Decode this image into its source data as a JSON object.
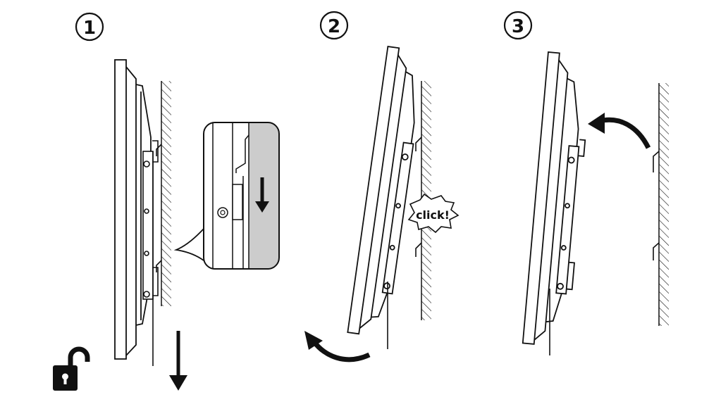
{
  "steps": [
    {
      "number": "1"
    },
    {
      "number": "2"
    },
    {
      "number": "3"
    }
  ],
  "callout": {
    "sound": "click!"
  },
  "icons": {
    "unlock": "unlocked-padlock-icon",
    "down_arrow": "arrow-down-icon",
    "tilt_arrow": "curved-arrow-icon"
  },
  "colors": {
    "ink": "#111111",
    "zoom_fill": "#cccccc",
    "background": "#ffffff"
  }
}
